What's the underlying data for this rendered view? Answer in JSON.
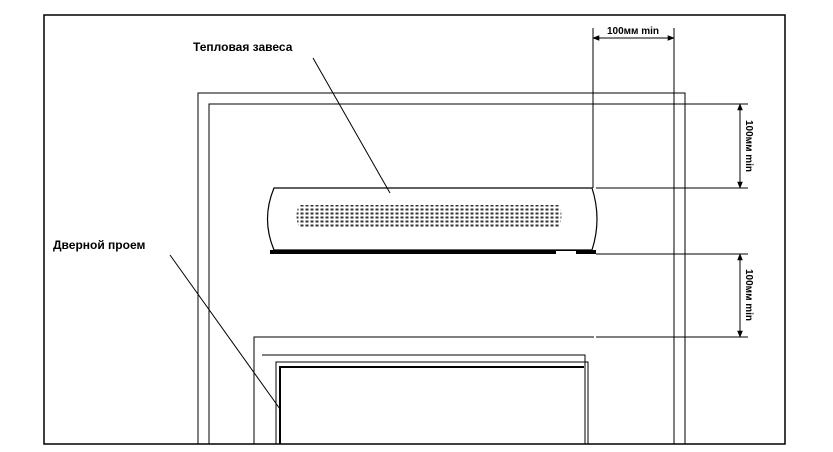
{
  "labels": {
    "curtain": "Тепловая завеса",
    "doorway": "Дверной проем"
  },
  "dimensions": {
    "horizontal": "100мм min",
    "vertical_top": "100мм min",
    "vertical_bottom": "100мм min"
  },
  "colors": {
    "line": "#000000",
    "background": "#ffffff",
    "grille": "#333333"
  }
}
